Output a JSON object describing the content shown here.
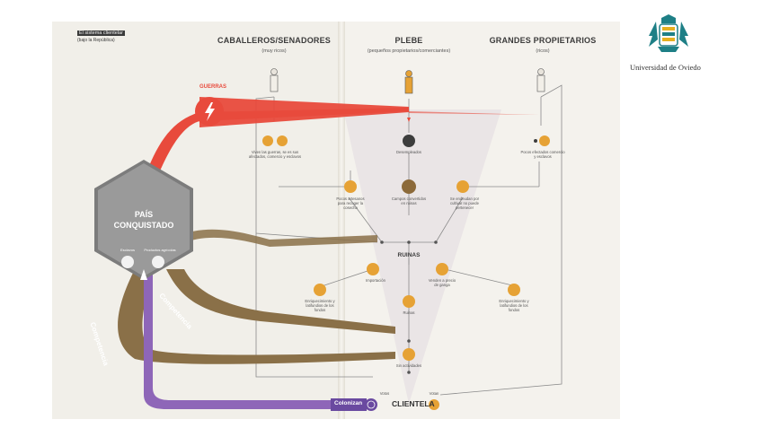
{
  "header": {
    "system_tag": "El sistema clientelar",
    "system_sub": "(bajo la República)"
  },
  "classes": {
    "caballeros": {
      "title": "CABALLEROS/SENADORES",
      "sub": "(muy ricos)"
    },
    "plebe": {
      "title": "PLEBE",
      "sub": "(pequeños propietarios/comerciantes)"
    },
    "grandes": {
      "title": "GRANDES PROPIETARIOS",
      "sub": "(ricos)"
    }
  },
  "guerras_label": "GUERRAS",
  "pais": {
    "line1": "PAÍS",
    "line2": "CONQUISTADO",
    "left_label": "Esclavos",
    "right_label": "Productos agrícolas"
  },
  "nodes": {
    "caballeros_note": "Viven las guerras, se es sus afectados, comercio y esclavos",
    "desempleados": "Desempleados",
    "grandes_note": "Pocos efectados comercio y esclavos",
    "left_circle": "Pocos artesanos para recoger la cosecha",
    "center_circle": "Campos convertidos en ruinas",
    "right_circle": "Se endeudan por cultivar no puede pertenecer",
    "ruinas": "RUINAS",
    "importacion": "Importación",
    "venden": "Venden a precio de ganga",
    "left_bottom": "Enriquecimiento y latifundios de los fondos",
    "right_bottom": "Enriquecimiento y latifundios de los fondos",
    "ruina_note": "Ruinas",
    "sin_actividades": "Sin actividades",
    "votos": "Votos",
    "votan": "Votan",
    "colonizan": "Colonizan",
    "clientela": "CLIENTELA"
  },
  "competencia_1": "Competencia",
  "competencia_2": "Competencia",
  "institution": {
    "name": "Universidad de Oviedo"
  },
  "colors": {
    "red_flow": "#e84a3c",
    "brown_flow": "#8a7048",
    "purple_flow": "#8e66b8",
    "orange_icon": "#e6a235",
    "dark_icon": "#3d3d3d"
  },
  "icons": [
    "lightning-icon",
    "person-statue-icon",
    "skull-icon",
    "gear-icon",
    "tools-icon",
    "coins-icon",
    "hand-icon",
    "globe-icon"
  ]
}
